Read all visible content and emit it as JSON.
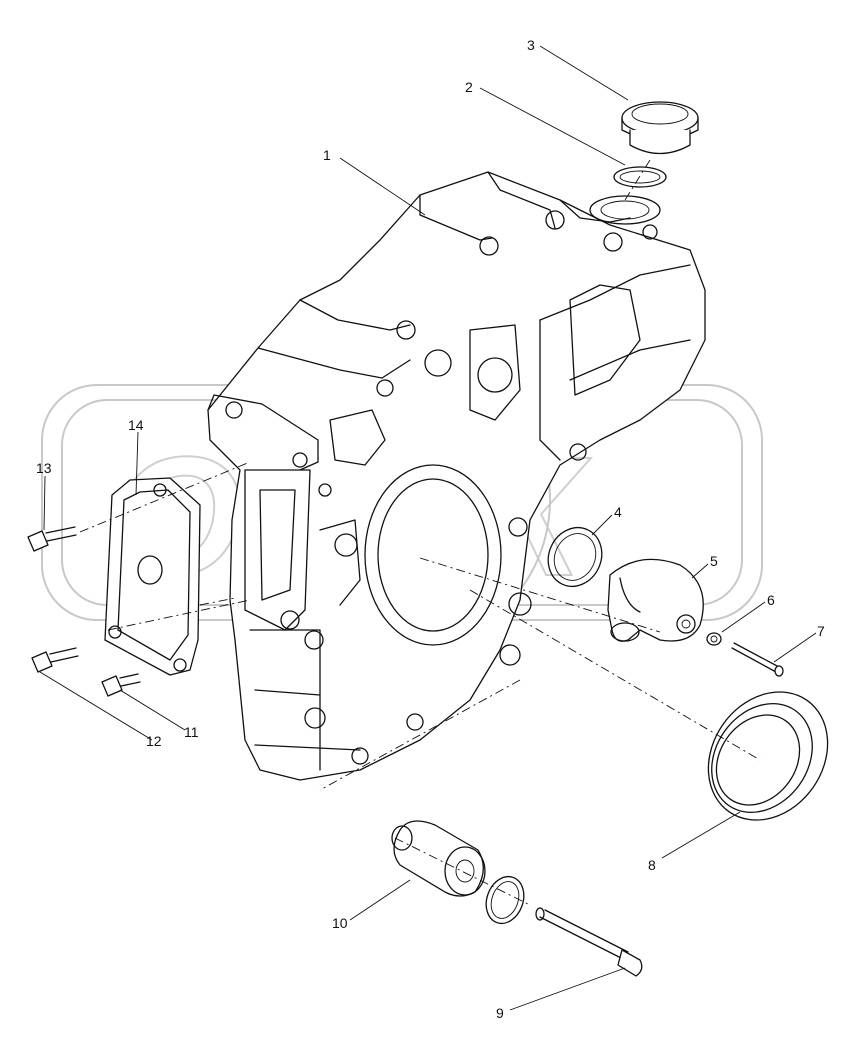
{
  "figure": {
    "watermark_text": "OPEX",
    "callouts": [
      {
        "id": "1",
        "label": "1"
      },
      {
        "id": "2",
        "label": "2"
      },
      {
        "id": "3",
        "label": "3"
      },
      {
        "id": "4",
        "label": "4"
      },
      {
        "id": "5",
        "label": "5"
      },
      {
        "id": "6",
        "label": "6"
      },
      {
        "id": "7",
        "label": "7"
      },
      {
        "id": "8",
        "label": "8"
      },
      {
        "id": "9",
        "label": "9"
      },
      {
        "id": "10",
        "label": "10"
      },
      {
        "id": "11",
        "label": "11"
      },
      {
        "id": "12",
        "label": "12"
      },
      {
        "id": "13",
        "label": "13"
      },
      {
        "id": "14",
        "label": "14"
      }
    ]
  }
}
